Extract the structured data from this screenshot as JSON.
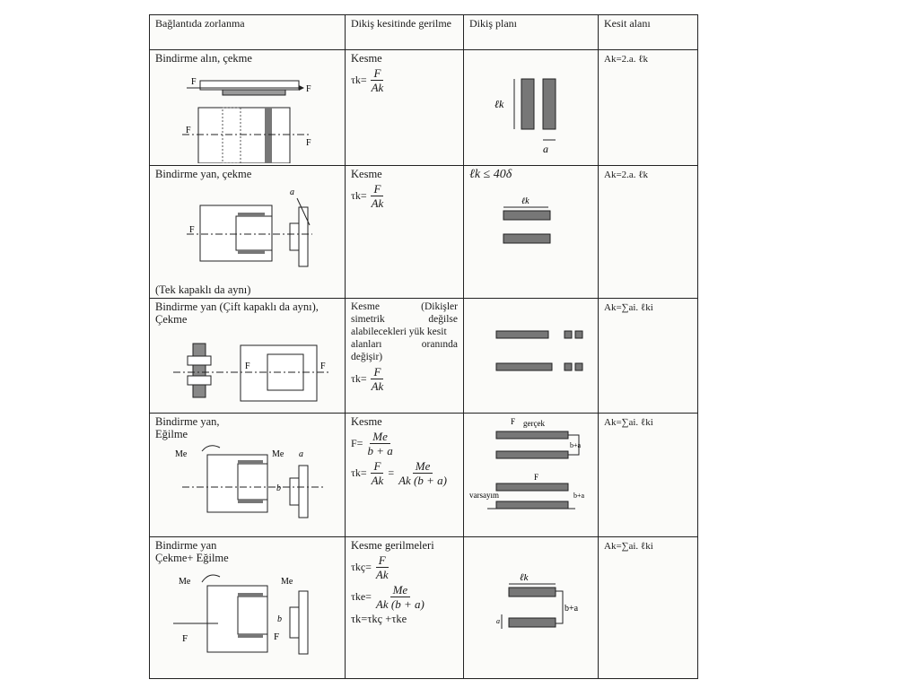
{
  "header": {
    "col1": "Bağlantıda zorlanma",
    "col2": "Dikiş kesitinde gerilme",
    "col3": "Dikiş planı",
    "col4": "Kesit alanı"
  },
  "rows": [
    {
      "title": "Bindirme alın, çekme",
      "stress_label": "Kesme",
      "area": "Ak=2.a. ℓk",
      "plan_labels": {
        "l": "ℓk",
        "a": "a"
      },
      "fig_labels": {
        "f": "F"
      }
    },
    {
      "title": "Bindirme yan, çekme",
      "note": "(Tek kapaklı da aynı)",
      "stress_label": "Kesme",
      "plan_condition": "ℓk ≤ 40δ",
      "area": "Ak=2.a. ℓk",
      "plan_labels": {
        "l": "ℓk"
      },
      "fig_labels": {
        "f": "F",
        "a": "a"
      }
    },
    {
      "title_line1": "Bindirme yan (Çift kapaklı da aynı),",
      "title_line2": "Çekme",
      "stress_label": "Kesme",
      "stress_note_1a": "(Dikişler",
      "stress_note_1b": "simetrik",
      "stress_note_2": "değilse",
      "stress_note_3": "alabilecekleri yük kesit",
      "stress_note_4a": "alanları",
      "stress_note_4b": "oranında",
      "stress_note_5": "değişir)",
      "area": "Ak=∑ai. ℓki",
      "fig_labels": {
        "f": "F"
      }
    },
    {
      "title_line1": "Bindirme yan,",
      "title_line2": "Eğilme",
      "stress_label": "Kesme",
      "area": "Ak=∑ai. ℓki",
      "plan_labels": {
        "real": "gerçek",
        "assumed": "varsayım",
        "f": "F",
        "ba": "b+a"
      },
      "fig_labels": {
        "me": "Me",
        "b": "b",
        "a": "a"
      }
    },
    {
      "title_line1": "Bindirme yan",
      "title_line2": "Çekme+ Eğilme",
      "stress_label": "Kesme gerilmeleri",
      "area": "Ak=∑ai. ℓki",
      "plan_labels": {
        "l": "ℓk",
        "ba": "b+a",
        "a": "a"
      },
      "fig_labels": {
        "me": "Me",
        "f": "F",
        "b": "b"
      }
    }
  ],
  "formulas": {
    "tau_k": "τk=",
    "tau_kc": "τkç=",
    "tau_ke": "τke=",
    "tau_sum": "τk=τkç +τke",
    "F_eq": "F=",
    "F": "F",
    "Ak": "Ak",
    "Me": "Me",
    "b_plus_a": "b + a",
    "Ak_ba": "Ak (b + a)",
    "equals": "="
  }
}
